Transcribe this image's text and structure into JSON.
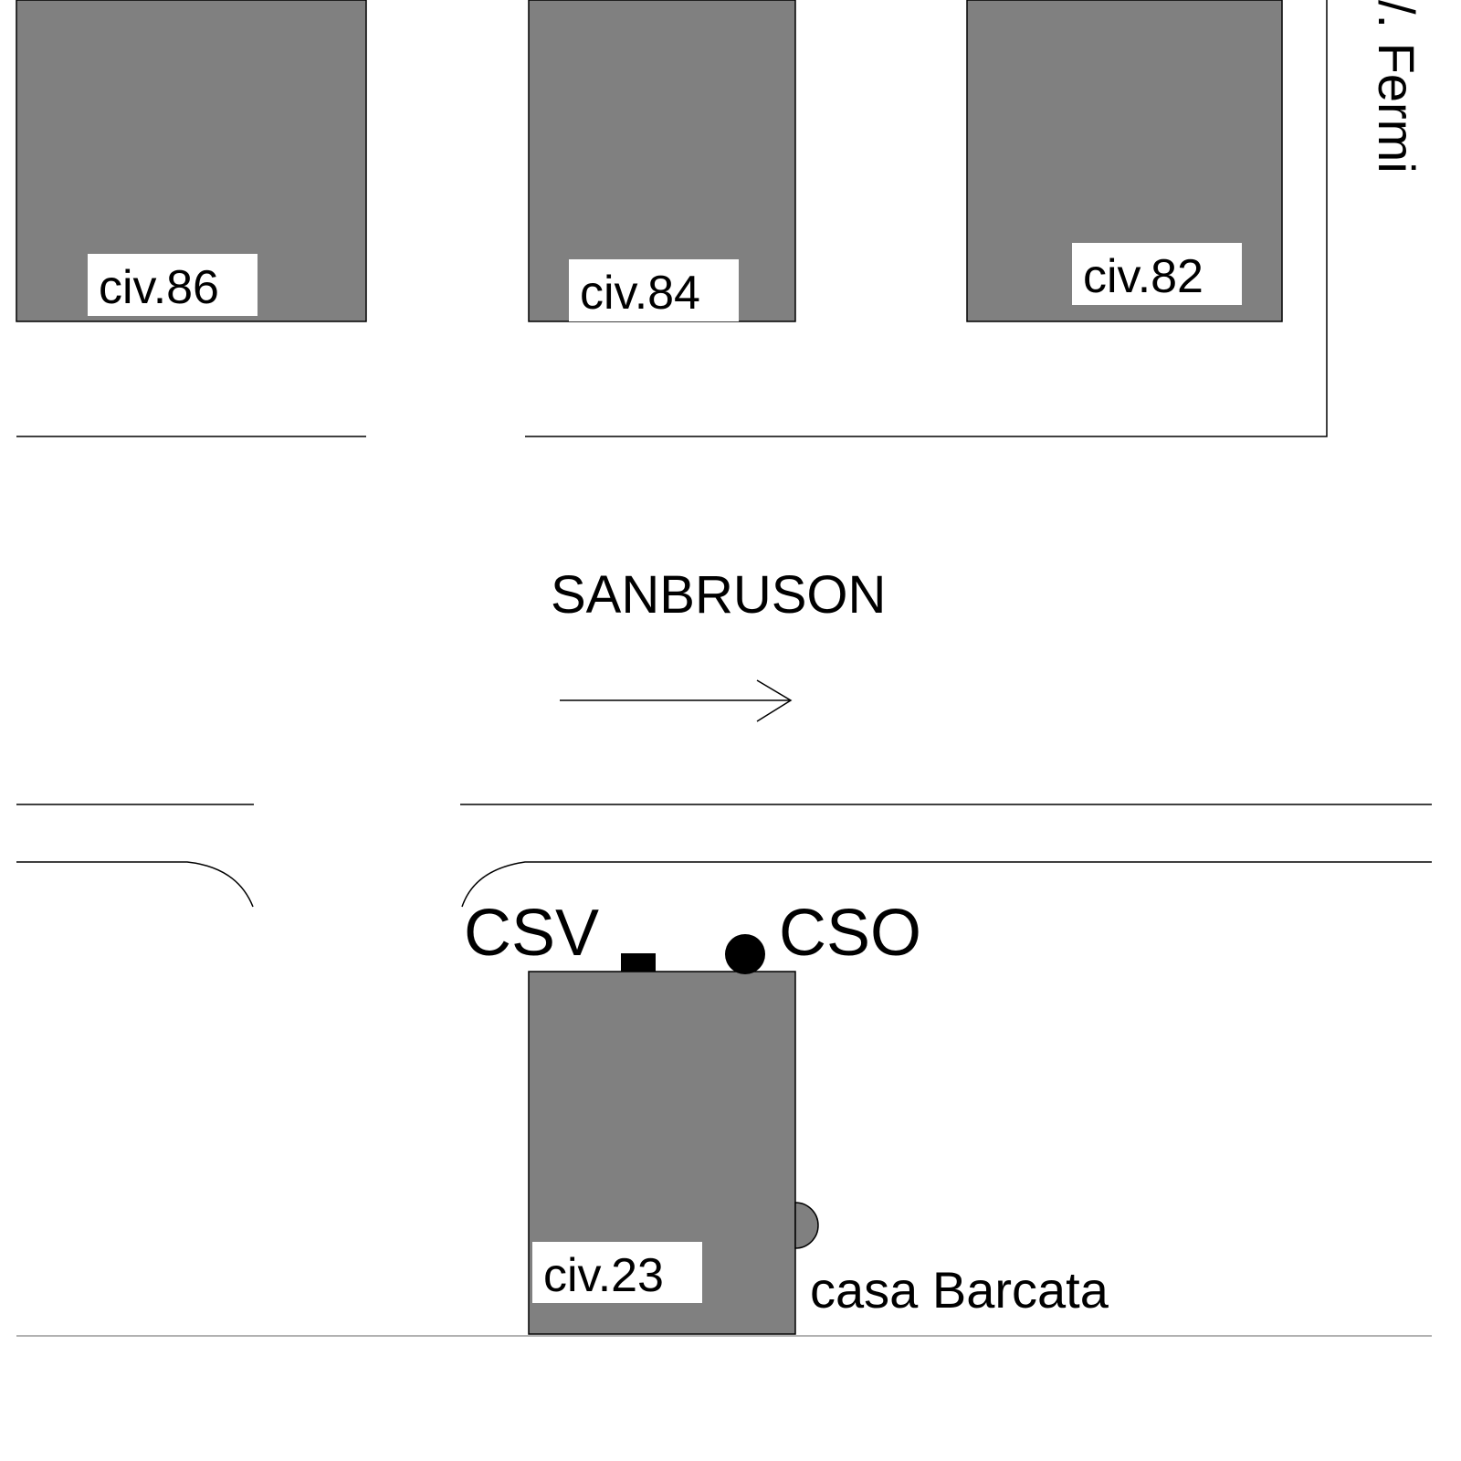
{
  "map": {
    "street_fermi": "/. Fermi",
    "direction": "SANBRUSON",
    "buildings": {
      "civ86": "civ.86",
      "civ84": "civ.84",
      "civ82": "civ.82",
      "civ23": "civ.23"
    },
    "markers": {
      "csv": "CSV",
      "cso": "CSO"
    },
    "house_label": "casa Barcata"
  },
  "colors": {
    "building_fill": "#808080",
    "stroke": "#000000",
    "background": "#ffffff"
  }
}
